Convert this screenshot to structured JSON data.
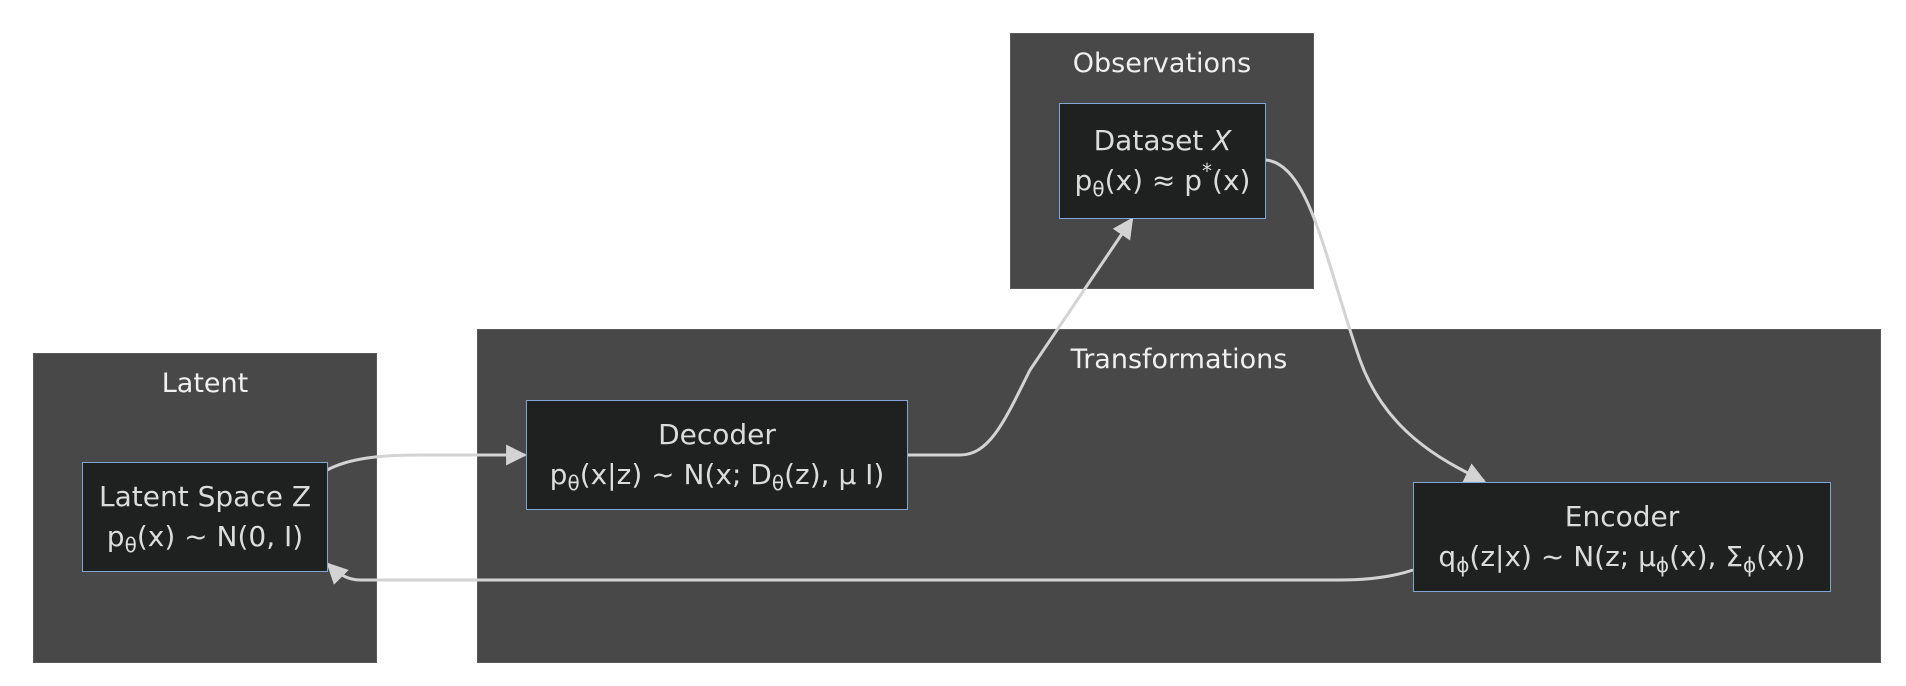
{
  "clusters": {
    "observations": {
      "title": "Observations"
    },
    "latent": {
      "title": "Latent"
    },
    "transformations": {
      "title": "Transformations"
    }
  },
  "nodes": {
    "dataset": {
      "name": "Dataset ",
      "name_var": "X",
      "f_p": "p",
      "f_sub": "θ",
      "f_mid": "(x) ≈ p",
      "f_sup": "*",
      "f_end": "(x)"
    },
    "latent_space": {
      "name": "Latent Space Z",
      "f_p": "p",
      "f_sub": "θ",
      "f_end": "(x) ~ N(0, I)"
    },
    "decoder": {
      "name": "Decoder",
      "f_p": "p",
      "f_sub1": "θ",
      "f_mid": "(x|z) ~ N(x; D",
      "f_sub2": "θ",
      "f_end": "(z), μ I)"
    },
    "encoder": {
      "name": "Encoder",
      "f_q": "q",
      "f_sub1": "ϕ",
      "f_a": "(z|x) ~ N(z; μ",
      "f_sub2": "ϕ",
      "f_b": "(x), Σ",
      "f_sub3": "ϕ",
      "f_c": "(x))"
    }
  },
  "colors": {
    "background": "#ffffff",
    "cluster_fill": "#484848",
    "node_fill": "#1f2020",
    "node_border": "#81a6d3",
    "edge": "#d3d3d3",
    "text": "#dcdcdc"
  }
}
